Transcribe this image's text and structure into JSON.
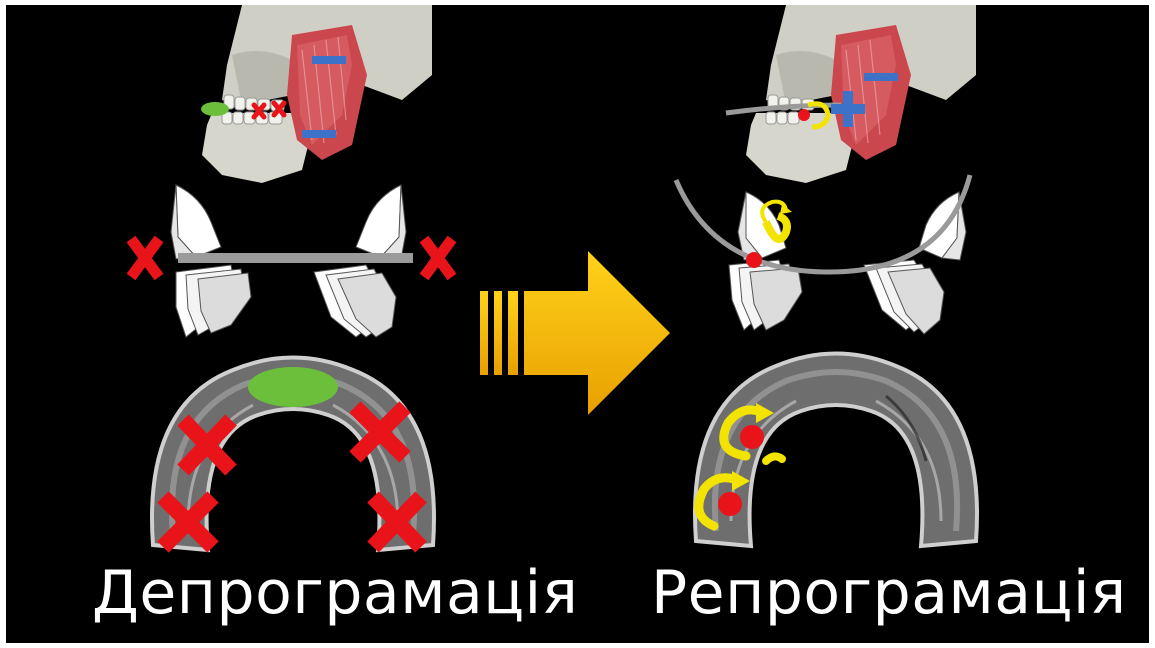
{
  "left_panel": {
    "caption": "Депрограмація",
    "skull_markers": [
      "minus",
      "minus",
      "cross",
      "cross"
    ],
    "occlusal_contact_marks": 2,
    "splint_marks": 4
  },
  "right_panel": {
    "caption": "Репрограмація",
    "skull_markers": [
      "minus",
      "plus"
    ],
    "splint_contact_points": 2
  },
  "arrow": {
    "direction": "right",
    "stripes": 3
  },
  "colors": {
    "background": "#000000",
    "cross_red": "#e8141a",
    "minus_blue": "#3c73c8",
    "green_stop": "#6bbf3a",
    "arrow_gold": "#f5b400",
    "curve_arrow_yellow": "#f2e400",
    "guide_gray": "#9a9a9a",
    "text": "#ffffff"
  },
  "icons": [
    "skull-jaw-icon",
    "tooth-icon",
    "splint-icon",
    "cross-icon",
    "minus-icon",
    "plus-icon",
    "curved-arrow-icon",
    "big-arrow-icon"
  ]
}
